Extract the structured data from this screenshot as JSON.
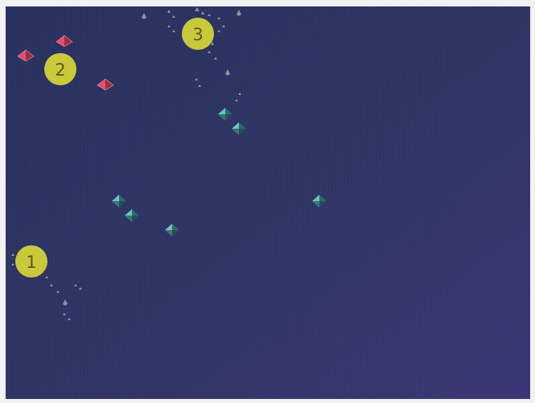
{
  "callouts": [
    {
      "label": "1"
    },
    {
      "label": "2"
    },
    {
      "label": "3"
    }
  ],
  "colors": {
    "space": "#2f3566",
    "space_edge": "#3c3c78",
    "callout_fill": "#c9c93a",
    "red_unit": "#c83c5a",
    "teal_unit": "#4e9c9a",
    "debris": "#a8ac9c"
  },
  "units": {
    "red_pyramids": 3,
    "teal_pyramids": 6
  }
}
